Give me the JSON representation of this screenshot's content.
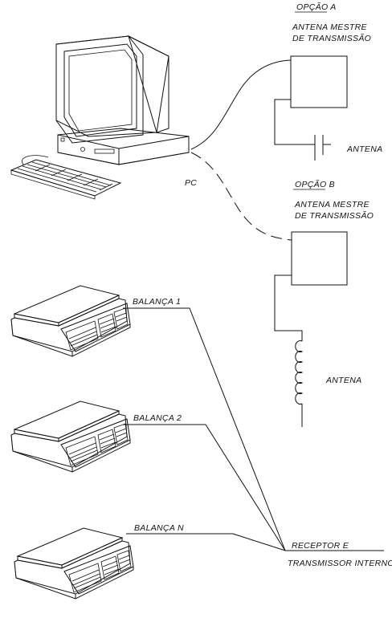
{
  "option_a": {
    "title": "OPÇÃO A",
    "antenna_line1": "ANTENA MESTRE",
    "antenna_line2": "DE TRANSMISSÃO",
    "antenna_label": "ANTENA"
  },
  "option_b": {
    "title": "OPÇÃO B",
    "antenna_line1": "ANTENA MESTRE",
    "antenna_line2": "DE TRANSMISSÃO",
    "antenna_label": "ANTENA"
  },
  "pc": {
    "label": "PC"
  },
  "scales": [
    {
      "label": "BALANÇA 1"
    },
    {
      "label": "BALANÇA 2"
    },
    {
      "label": "BALANÇA N"
    }
  ],
  "receiver": {
    "line1": "RECEPTOR E",
    "line2": "TRANSMISSOR INTERNO"
  }
}
